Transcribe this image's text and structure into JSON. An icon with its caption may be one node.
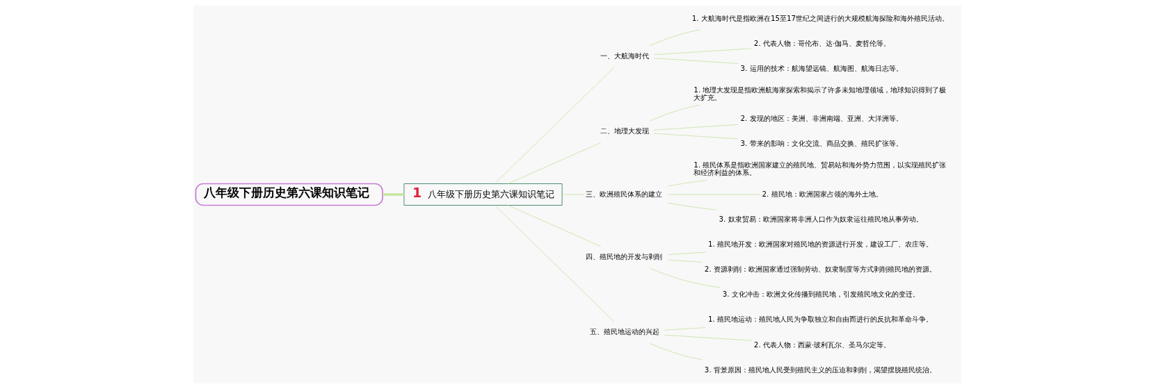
{
  "diagram": {
    "nodes": [
      {
        "text": [
          "八年级下册历史第六课知识笔记"
        ]
      },
      {
        "text": [
          "1",
          "八年级下册历史第六课知识笔记"
        ]
      },
      {
        "text": [
          "一、大航海时代"
        ]
      },
      {
        "text": [
          "1. 大航海时代是指欧洲在15至17世纪之间进行的大规模航海探险和海外殖民活动。"
        ]
      },
      {
        "text": [
          "2. 代表人物：哥伦布、达·伽马、麦哲伦等。"
        ]
      },
      {
        "text": [
          "3. 运用的技术：航海望远镜、航海图、航海日志等。"
        ]
      },
      {
        "text": [
          "二、地理大发现"
        ]
      },
      {
        "text": [
          "1. 地理大发现是指欧洲航海家探索和揭示了许多未知地理领域，地球知识得到了极大扩充。"
        ]
      },
      {
        "text": [
          "2. 发现的地区：美洲、非洲南端、亚洲、大洋洲等。"
        ]
      },
      {
        "text": [
          "3. 带来的影响：文化交流、商品交换、殖民扩张等。"
        ]
      },
      {
        "text": [
          "三、欧洲殖民体系的建立"
        ]
      },
      {
        "text": [
          "1. 殖民体系是指欧洲国家建立的殖民地、贸易站和海外势力范围，以实现殖民扩张和经济利益的体系。"
        ]
      },
      {
        "text": [
          "2. 殖民地：欧洲国家占领的海外土地。"
        ]
      },
      {
        "text": [
          "3. 奴隶贸易：欧洲国家将非洲人口作为奴隶运往殖民地从事劳动。"
        ]
      },
      {
        "text": [
          "四、殖民地的开发与剥削"
        ]
      },
      {
        "text": [
          "1. 殖民地开发：欧洲国家对殖民地的资源进行开发，建设工厂、农庄等。"
        ]
      },
      {
        "text": [
          "2. 资源剥削：欧洲国家通过强制劳动、奴隶制度等方式剥削殖民地的资源。"
        ]
      },
      {
        "text": [
          "3. 文化冲击：欧洲文化传播到殖民地，引发殖民地文化的变迁。"
        ]
      },
      {
        "text": [
          "五、殖民地运动的兴起"
        ]
      },
      {
        "text": [
          "1. 殖民地运动：殖民地人民为争取独立和自由而进行的反抗和革命斗争。"
        ]
      },
      {
        "text": [
          "2. 代表人物：西蒙·玻利瓦尔、圣马尔定等。"
        ]
      },
      {
        "text": [
          "3. 背景原因：殖民地人民受到殖民主义的压迫和剥削，渴望摆脱殖民统治。"
        ]
      }
    ],
    "edges": [
      {
        "from": 0,
        "to": 1,
        "arrow": "none",
        "style": "thick",
        "color": "#c5e3a0"
      },
      {
        "from": 1,
        "to": 2,
        "arrow": "none"
      },
      {
        "from": 2,
        "to": 3,
        "arrow": "none"
      },
      {
        "from": 2,
        "to": 4,
        "arrow": "none"
      },
      {
        "from": 2,
        "to": 5,
        "arrow": "none"
      },
      {
        "from": 1,
        "to": 6,
        "arrow": "none"
      },
      {
        "from": 6,
        "to": 7,
        "arrow": "none"
      },
      {
        "from": 6,
        "to": 8,
        "arrow": "none"
      },
      {
        "from": 6,
        "to": 9,
        "arrow": "none"
      },
      {
        "from": 1,
        "to": 10,
        "arrow": "none"
      },
      {
        "from": 10,
        "to": 11,
        "arrow": "none"
      },
      {
        "from": 10,
        "to": 12,
        "arrow": "none"
      },
      {
        "from": 10,
        "to": 13,
        "arrow": "none"
      },
      {
        "from": 1,
        "to": 14,
        "arrow": "none"
      },
      {
        "from": 14,
        "to": 15,
        "arrow": "none"
      },
      {
        "from": 14,
        "to": 16,
        "arrow": "none"
      },
      {
        "from": 14,
        "to": 17,
        "arrow": "none"
      },
      {
        "from": 1,
        "to": 18,
        "arrow": "none"
      },
      {
        "from": 18,
        "to": 19,
        "arrow": "none"
      },
      {
        "from": 18,
        "to": 20,
        "arrow": "none"
      },
      {
        "from": 18,
        "to": 21,
        "arrow": "none"
      }
    ]
  }
}
